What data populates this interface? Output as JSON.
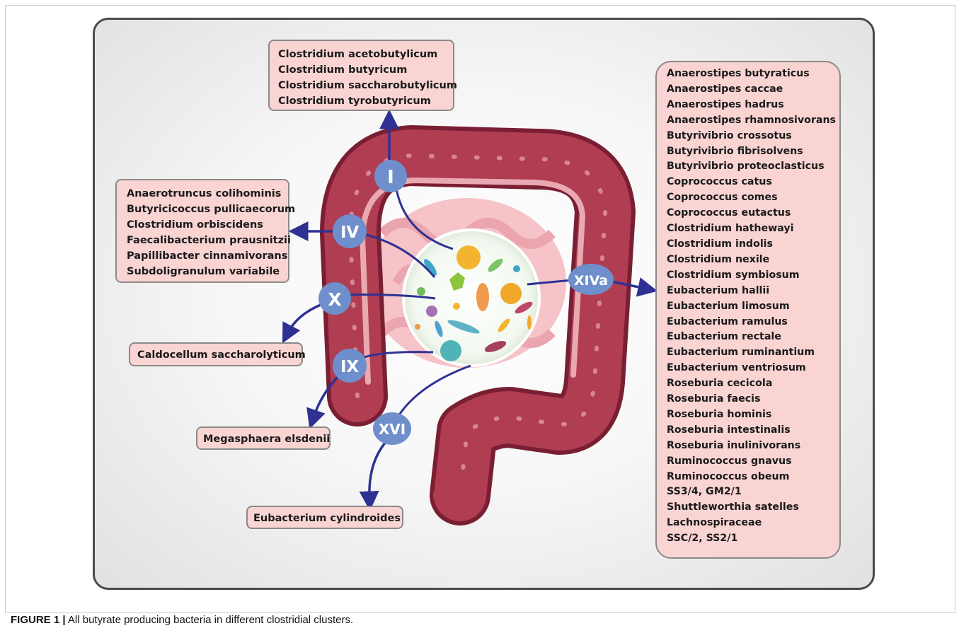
{
  "clusters": {
    "I": {
      "label": "I",
      "species": [
        "Clostridium acetobutylicum",
        "Clostridium butyricum",
        "Clostridium saccharobutylicum",
        "Clostridium tyrobutyricum"
      ]
    },
    "IV": {
      "label": "IV",
      "species": [
        "Anaerotruncus colihominis",
        "Butyricicoccus pullicaecorum",
        "Clostridium orbiscidens",
        "Faecalibacterium prausnitzii",
        "Papillibacter cinnamivorans",
        "Subdoligranulum variabile"
      ]
    },
    "X": {
      "label": "X",
      "species": [
        "Caldocellum saccharolyticum"
      ]
    },
    "IX": {
      "label": "IX",
      "species": [
        "Megasphaera elsdenii"
      ]
    },
    "XVI": {
      "label": "XVI",
      "species": [
        "Eubacterium cylindroides"
      ]
    },
    "XIVa": {
      "label": "XIVa",
      "species": [
        "Anaerostipes butyraticus",
        "Anaerostipes caccae",
        "Anaerostipes hadrus",
        "Anaerostipes rhamnosivorans",
        "Butyrivibrio crossotus",
        "Butyrivibrio fibrisolvens",
        "Butyrivibrio proteoclasticus",
        "Coprococcus catus",
        "Coprococcus comes",
        "Coprococcus eutactus",
        "Clostridium hathewayi",
        "Clostridium indolis",
        "Clostridium nexile",
        "Clostridium symbiosum",
        "Eubacterium hallii",
        "Eubacterium limosum",
        "Eubacterium ramulus",
        "Eubacterium rectale",
        "Eubacterium ruminantium",
        "Eubacterium ventriosum",
        "Roseburia cecicola",
        "Roseburia faecis",
        "Roseburia hominis",
        "Roseburia intestinalis",
        "Roseburia inulinivorans",
        "Ruminococcus gnavus",
        "Ruminococcus obeum",
        "SS3/4, GM2/1",
        "Shuttleworthia satelles",
        "Lachnospiraceae",
        "SSC/2, SS2/1"
      ]
    }
  },
  "caption": {
    "label": "FIGURE 1 |",
    "text": " All butyrate producing bacteria in different clostridial clusters."
  },
  "colors": {
    "box_fill": "#f9d4d2",
    "node_fill": "#6f8fcc",
    "arrow": "#2e3192",
    "colon": "#a8344a",
    "colon_dark": "#7a1f33",
    "inner": "#f4b8bf"
  }
}
